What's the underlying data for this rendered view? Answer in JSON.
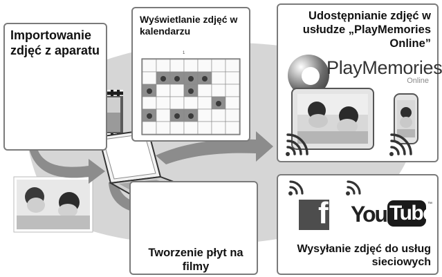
{
  "panels": {
    "import": {
      "title": "Importowanie zdjęć z aparatu"
    },
    "calendar": {
      "title": "Wyświetlanie zdjęć w kalendarzu",
      "month": "1"
    },
    "share": {
      "title": "Udostępnianie zdjęć w usłudze „PlayMemories Online”"
    },
    "web": {
      "title": "Wysyłanie zdjęć do usług sieciowych"
    },
    "disc": {
      "title": "Tworzenie płyt na filmy"
    }
  },
  "playmemories": {
    "name": "PlayMemories",
    "sub": "Online"
  },
  "services": {
    "facebook": "f",
    "youtube_you": "You",
    "youtube_tube": "Tube",
    "youtube_tm": "™"
  },
  "colors": {
    "background_blob": "#d6d6d6",
    "panel_border": "#7a7a7a",
    "arrow": "#8c8c8c",
    "text": "#111111"
  },
  "icons": [
    "camera-icon",
    "laptop-icon",
    "film-strip-icon",
    "disc-icon",
    "tablet-icon",
    "phone-icon",
    "wifi-icon",
    "facebook-logo",
    "youtube-logo",
    "playmemories-logo",
    "arrow-icon"
  ]
}
